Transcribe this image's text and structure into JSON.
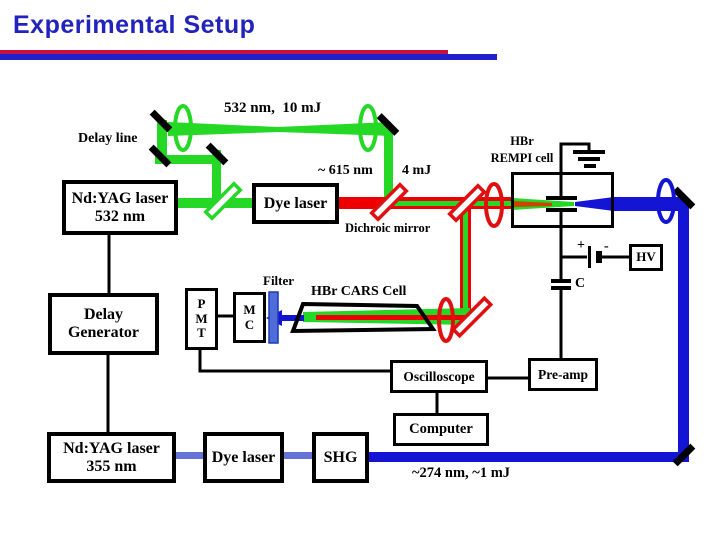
{
  "title": "Experimental Setup",
  "labels": {
    "beam_532": "532 nm,  10 mJ",
    "delay_line": "Delay line",
    "nm_615": "~ 615 nm",
    "mj_4": "4 mJ",
    "hbr": "HBr",
    "rempi_cell": "REMPI cell",
    "dichroic": "Dichroic mirror",
    "filter": "Filter",
    "cars_cell": "HBr CARS Cell",
    "plus": "+",
    "minus": "-",
    "cap_c": "C",
    "uv": "~274 nm, ~1 mJ"
  },
  "boxes": {
    "ndyag532_line1": "Nd:YAG laser",
    "ndyag532_line2": "532 nm",
    "dye_top": "Dye laser",
    "delaygen_line1": "Delay",
    "delaygen_line2": "Generator",
    "pmt_p": "P",
    "pmt_m": "M",
    "pmt_t": "T",
    "mc_m": "M",
    "mc_c": "C",
    "oscilloscope": "Oscilloscope",
    "preamp": "Pre-amp",
    "computer": "Computer",
    "hv": "HV",
    "ndyag355_line1": "Nd:YAG laser",
    "ndyag355_line2": "355 nm",
    "dye_bottom": "Dye laser",
    "shg": "SHG"
  },
  "colors": {
    "beam_green": "#25d825",
    "beam_red": "#ee0000",
    "beam_blue": "#1414d4",
    "beam_light_blue": "#6673d6",
    "title_blue": "#2223bb",
    "bar_red": "#c81040",
    "bar_blue": "#2020cc"
  }
}
